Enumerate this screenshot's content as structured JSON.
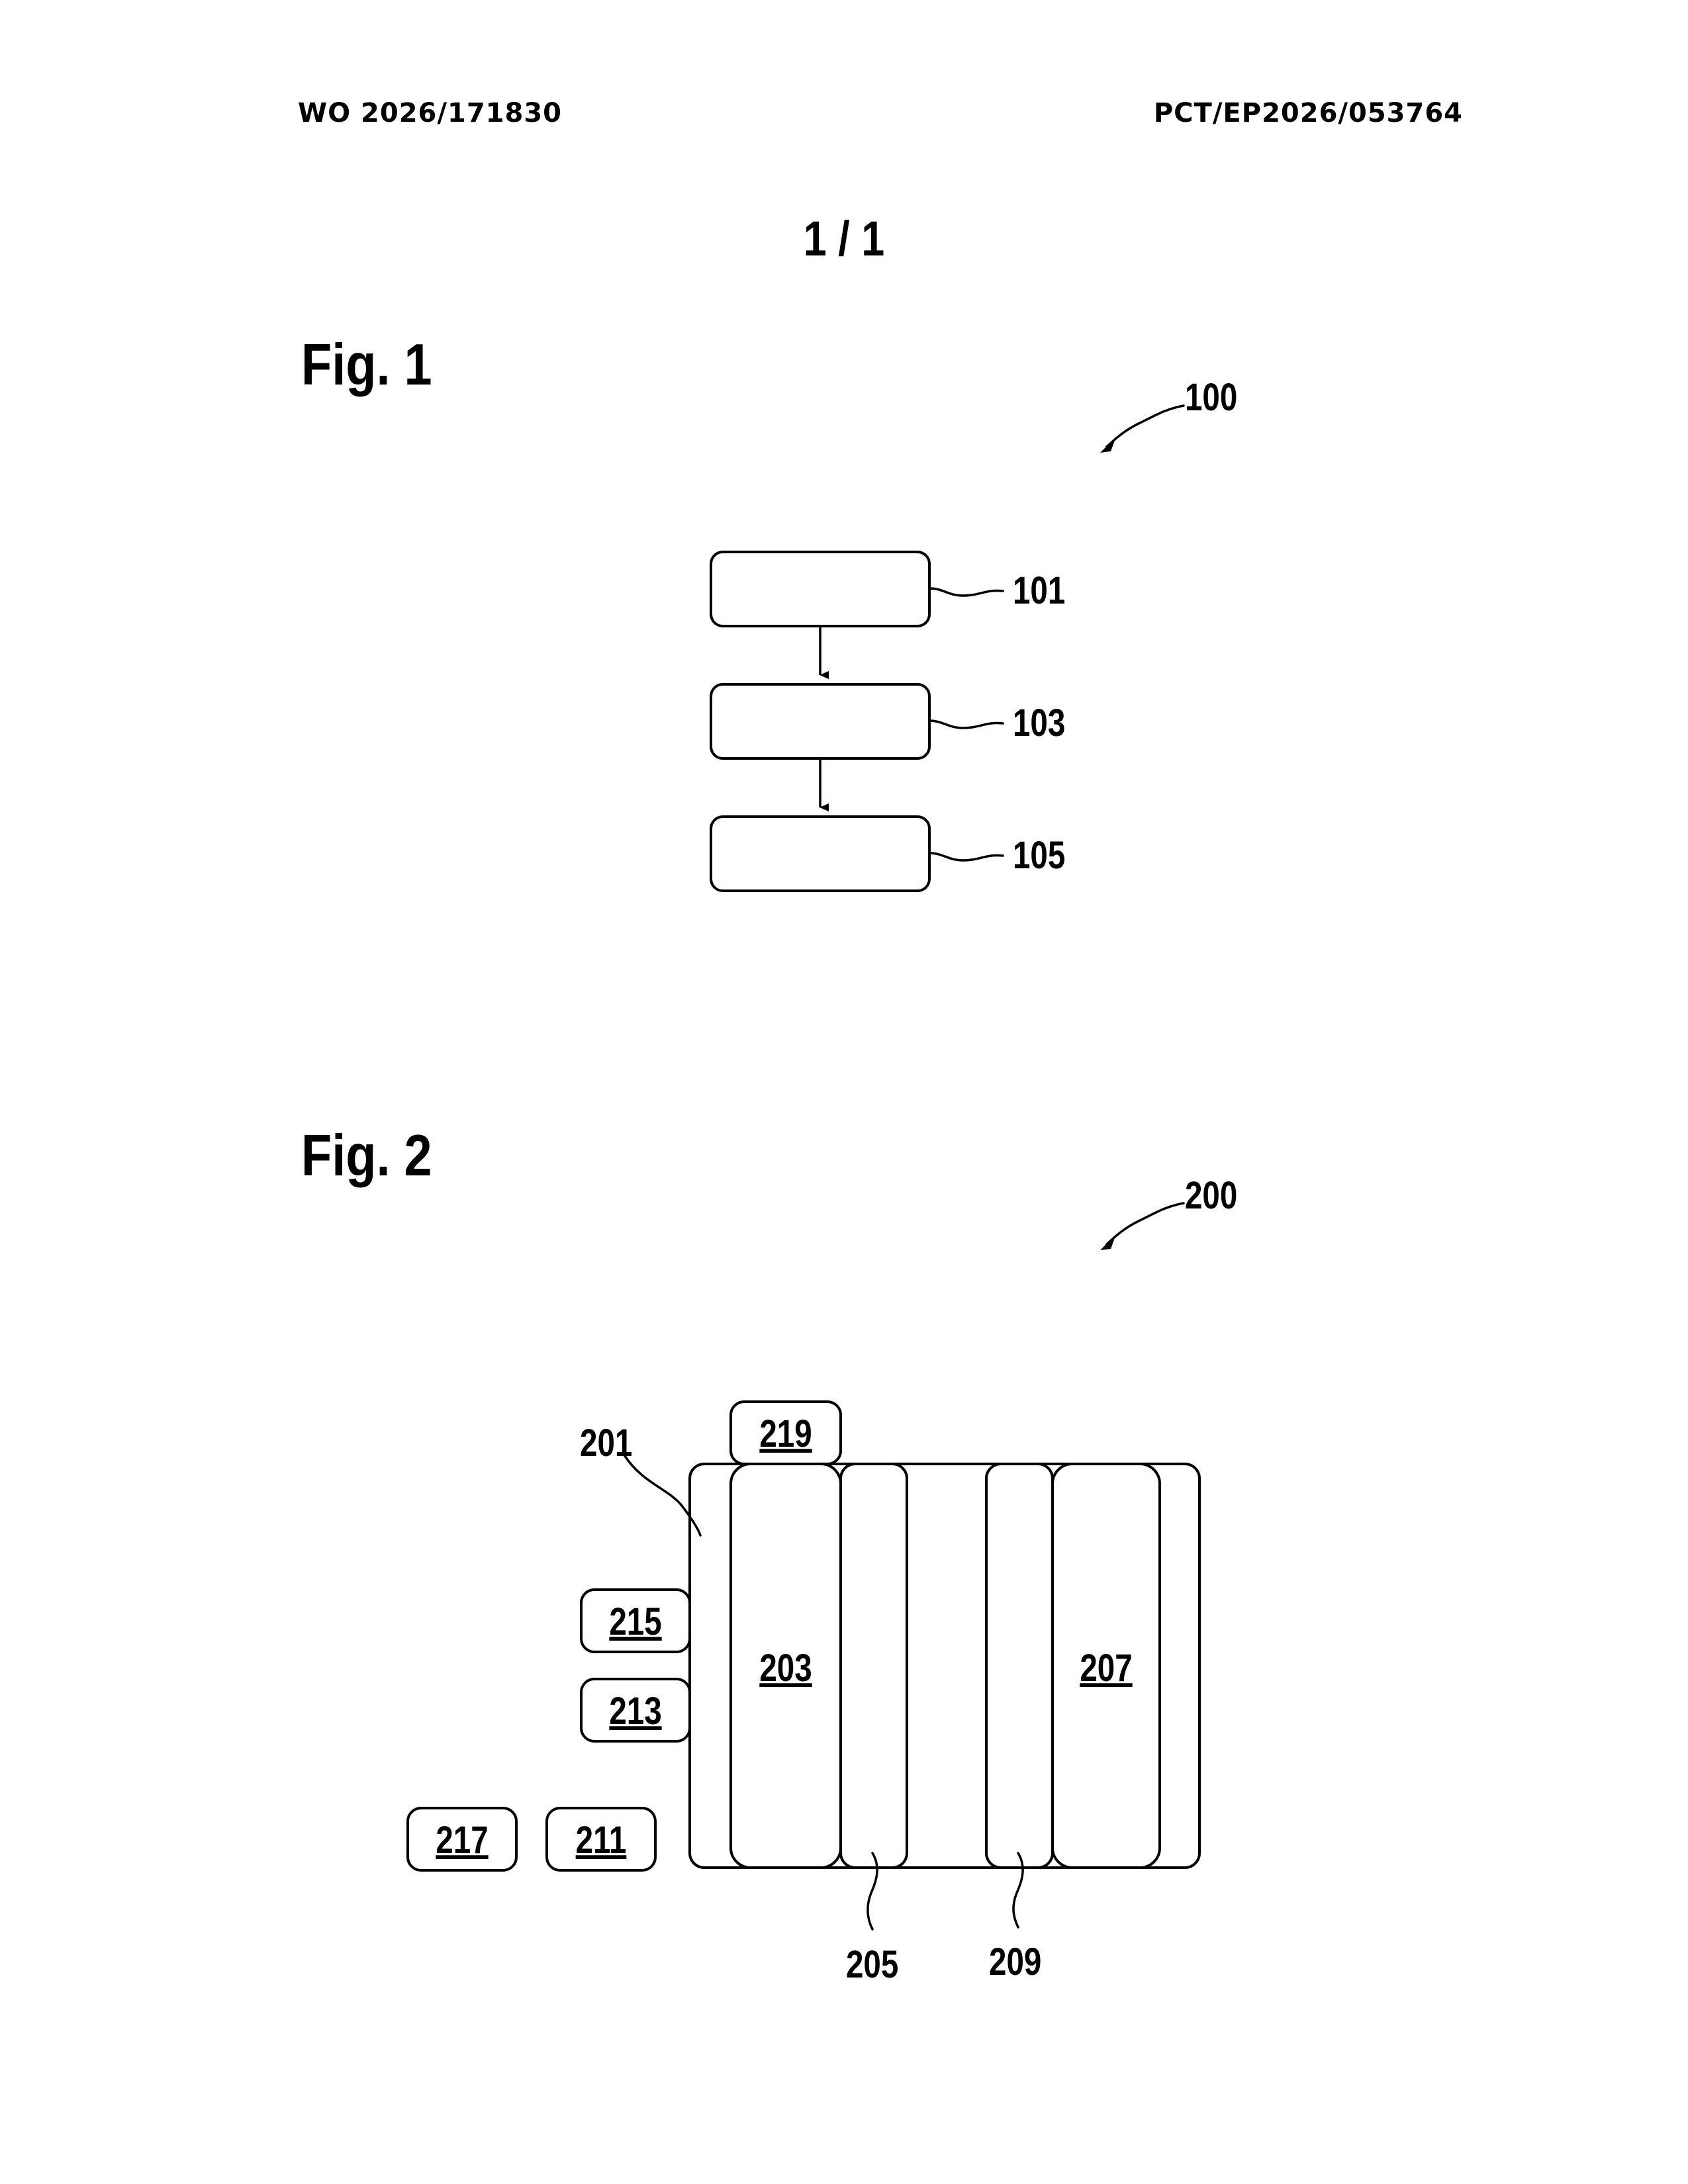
{
  "header": {
    "publication_number": "WO 2026/171830",
    "application_number": "PCT/EP2026/053764"
  },
  "sheet": {
    "number": "1 / 1"
  },
  "fig1": {
    "title": "Fig. 1",
    "ref_overall": "100",
    "steps": [
      {
        "ref": "101"
      },
      {
        "ref": "103"
      },
      {
        "ref": "105"
      }
    ]
  },
  "fig2": {
    "title": "Fig. 2",
    "ref_overall": "200",
    "ref_201": "201",
    "ref_203": "203",
    "ref_205": "205",
    "ref_207": "207",
    "ref_209": "209",
    "ref_211": "211",
    "ref_213": "213",
    "ref_215": "215",
    "ref_217": "217",
    "ref_219": "219"
  }
}
